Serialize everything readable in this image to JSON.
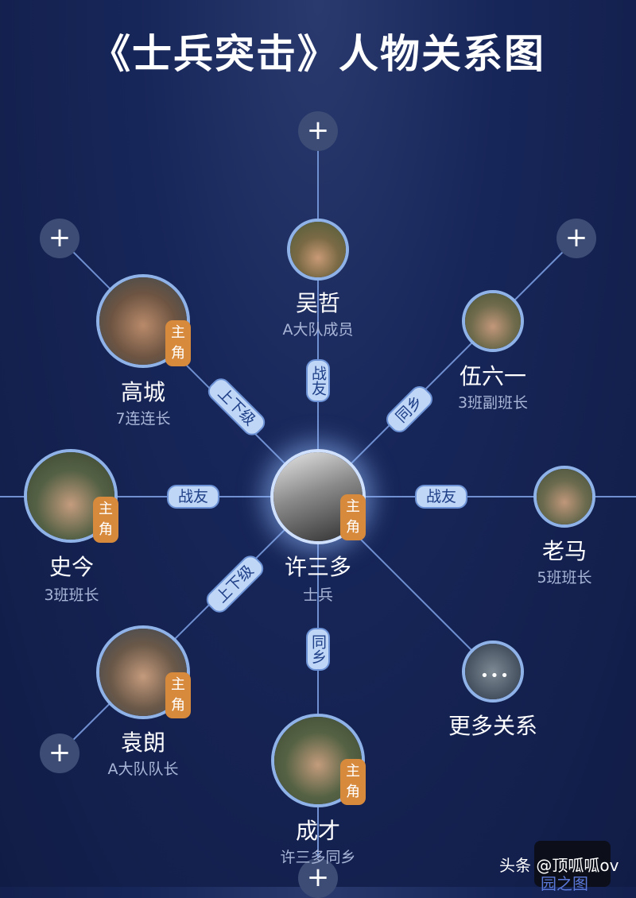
{
  "title": "《士兵突击》人物关系图",
  "center": {
    "name": "许三多",
    "role": "士兵",
    "badge": "主角"
  },
  "characters": {
    "wuzhe": {
      "name": "吴哲",
      "role": "A大队成员"
    },
    "gaocheng": {
      "name": "高城",
      "role": "7连连长",
      "badge": "主角"
    },
    "wuliuyi": {
      "name": "伍六一",
      "role": "3班副班长"
    },
    "shijin": {
      "name": "史今",
      "role": "3班班长",
      "badge": "主角"
    },
    "laoma": {
      "name": "老马",
      "role": "5班班长"
    },
    "yuanlang": {
      "name": "袁朗",
      "role": "A大队队长",
      "badge": "主角"
    },
    "chengcai": {
      "name": "成才",
      "role": "许三多同乡",
      "badge": "主角"
    },
    "more": {
      "name": "更多关系"
    }
  },
  "relations": {
    "wuzhe": "战友",
    "gaocheng": "上下级",
    "wuliuyi": "同乡",
    "shijin": "战友",
    "laoma": "战友",
    "yuanlang": "上下级",
    "chengcai": "同乡"
  },
  "plus_symbol": "+",
  "watermark": {
    "text": "头条 @顶呱呱ov",
    "sub": "园之图"
  },
  "colors": {
    "background": "#172659",
    "line": "#6f8fd1",
    "badge": "#d78a3c",
    "relation_pill": "#bfd6f7"
  }
}
